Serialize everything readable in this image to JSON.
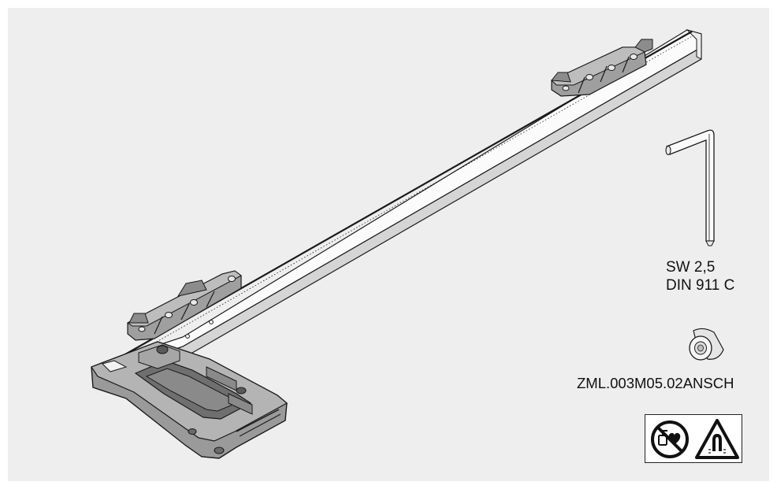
{
  "figure": {
    "labels": {
      "wrench_size": "SW 2,5",
      "wrench_standard": "DIN 911 C",
      "part_number": "ZML.003M05.02ANSCH"
    },
    "warning_icons": [
      "no-pacemaker-icon",
      "magnet-warning-icon"
    ],
    "colors": {
      "background_panel": "#eeeeee",
      "rail_light": "#fbfbfb",
      "rail_shade": "#d9d9d9",
      "base_gray": "#9a9a9a",
      "base_dark": "#6f6f6f",
      "outline": "#1a1a1a"
    }
  }
}
